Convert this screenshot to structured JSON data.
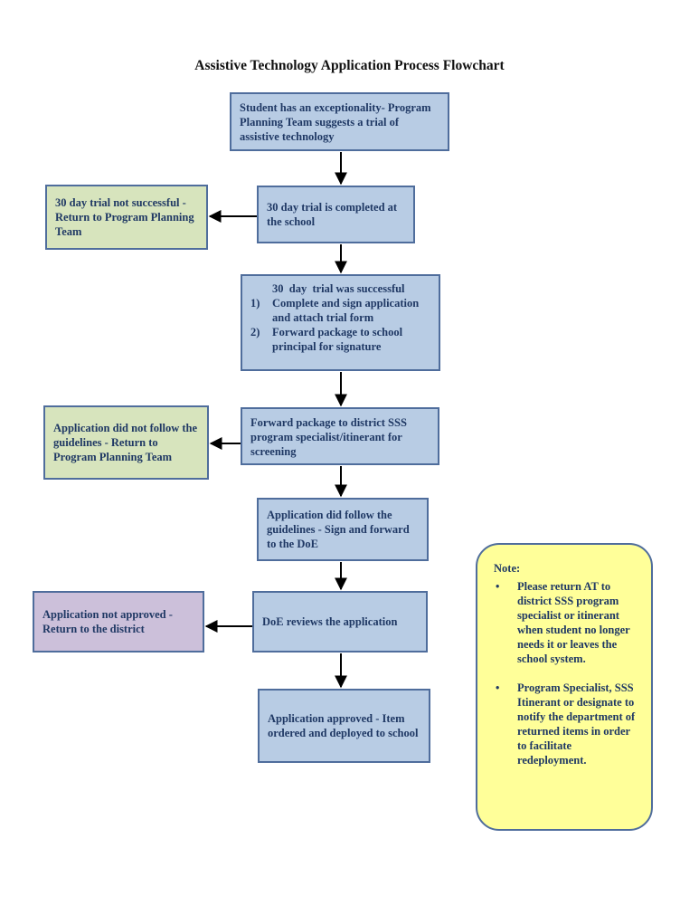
{
  "title": "Assistive Technology Application Process Flowchart",
  "flow": {
    "start": "Student has an exceptionality- Program Planning Team suggests a trial of assistive technology",
    "trial": "30 day trial is completed at the school",
    "success_header": "30  day  trial was successful",
    "success_steps": [
      {
        "num": "1)",
        "text": "Complete and sign application and attach trial form"
      },
      {
        "num": "2)",
        "text": "Forward package to school principal for signature"
      }
    ],
    "forward": "Forward package to district SSS program specialist/itinerant for screening",
    "follow": "Application did follow the guidelines - Sign and forward to the DoE",
    "review": "DoE reviews the application",
    "approved": "Application approved - Item ordered and deployed to school"
  },
  "side": {
    "trial_fail": "30 day trial not successful - Return to Program Planning Team",
    "not_follow": "Application did not follow the guidelines - Return to Program Planning Team",
    "not_approved": "Application not approved - Return to the district"
  },
  "note": {
    "heading": "Note:",
    "bullet": "•",
    "items": [
      "Please return AT to district SSS program specialist or itinerant when student no longer needs it or leaves the school system.",
      "Program Specialist, SSS Itinerant or designate to notify the department of returned items in order to facilitate redeployment."
    ]
  },
  "colors": {
    "process_fill": "#b8cce4",
    "return_fill": "#d7e4bd",
    "reject_fill": "#ccc0da",
    "note_fill": "#ffff99",
    "border": "#4f6d9c",
    "text": "#1f3864"
  }
}
